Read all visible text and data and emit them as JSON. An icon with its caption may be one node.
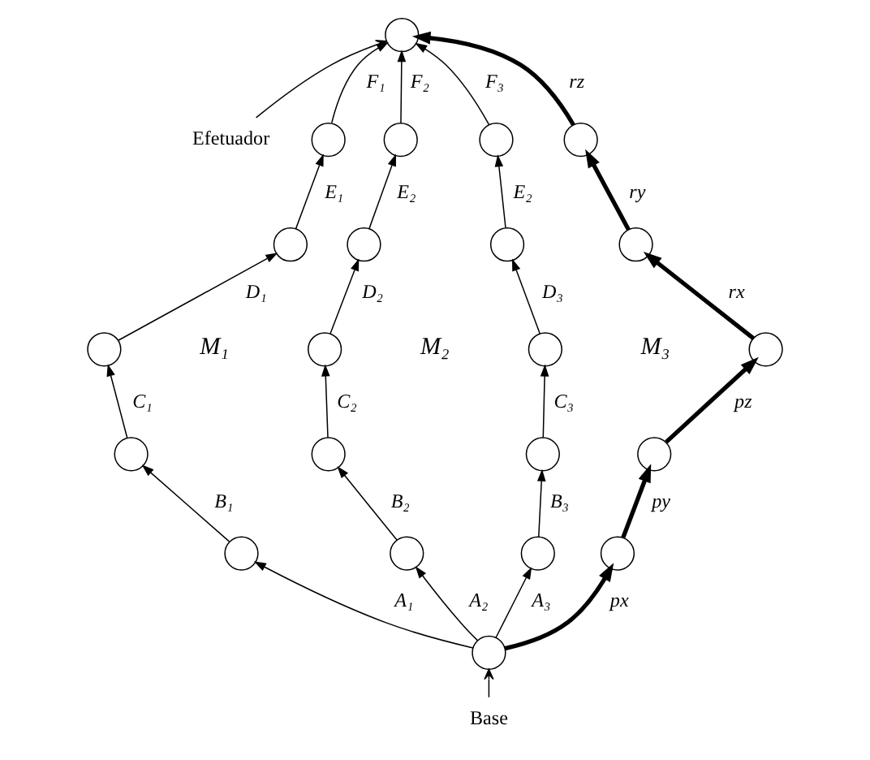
{
  "diagram": {
    "nodes": [
      {
        "text": [
          "Efetuador"
        ]
      },
      {
        "text": [
          "Base"
        ]
      },
      {
        "text": [],
        "shape": "circle"
      },
      {
        "text": [],
        "shape": "circle"
      },
      {
        "text": [],
        "shape": "circle"
      },
      {
        "text": [],
        "shape": "circle"
      },
      {
        "text": [],
        "shape": "circle"
      },
      {
        "text": [],
        "shape": "circle"
      },
      {
        "text": [],
        "shape": "circle"
      },
      {
        "text": [],
        "shape": "circle"
      },
      {
        "text": [],
        "shape": "circle"
      },
      {
        "text": [],
        "shape": "circle"
      },
      {
        "text": [],
        "shape": "circle"
      },
      {
        "text": [],
        "shape": "circle"
      },
      {
        "text": [],
        "shape": "circle"
      },
      {
        "text": [],
        "shape": "circle"
      },
      {
        "text": [],
        "shape": "circle"
      },
      {
        "text": [],
        "shape": "circle"
      },
      {
        "text": [],
        "shape": "circle"
      },
      {
        "text": [],
        "shape": "circle"
      },
      {
        "text": [],
        "shape": "circle"
      },
      {
        "text": [],
        "shape": "circle"
      },
      {
        "text": [],
        "shape": "circle"
      },
      {
        "text": [],
        "shape": "circle"
      }
    ],
    "edges": [
      {
        "from": 0,
        "to": 2,
        "arrow": "to"
      },
      {
        "from": 1,
        "to": 3,
        "arrow": "to"
      },
      {
        "from": 3,
        "to": 4,
        "arrow": "to",
        "label": "A₁"
      },
      {
        "from": 4,
        "to": 5,
        "arrow": "to",
        "label": "B₁"
      },
      {
        "from": 5,
        "to": 6,
        "arrow": "to",
        "label": "C₁"
      },
      {
        "from": 6,
        "to": 7,
        "arrow": "to",
        "label": "D₁"
      },
      {
        "from": 7,
        "to": 8,
        "arrow": "to",
        "label": "E₁"
      },
      {
        "from": 8,
        "to": 2,
        "arrow": "to",
        "label": "F₁"
      },
      {
        "from": 3,
        "to": 9,
        "arrow": "to",
        "label": "A₂"
      },
      {
        "from": 9,
        "to": 10,
        "arrow": "to",
        "label": "B₂"
      },
      {
        "from": 10,
        "to": 11,
        "arrow": "to",
        "label": "C₂"
      },
      {
        "from": 11,
        "to": 12,
        "arrow": "to",
        "label": "D₂"
      },
      {
        "from": 12,
        "to": 13,
        "arrow": "to",
        "label": "E₂"
      },
      {
        "from": 13,
        "to": 2,
        "arrow": "to",
        "label": "F₂"
      },
      {
        "from": 3,
        "to": 14,
        "arrow": "to",
        "label": "A₃"
      },
      {
        "from": 14,
        "to": 15,
        "arrow": "to",
        "label": "B₃"
      },
      {
        "from": 15,
        "to": 16,
        "arrow": "to",
        "label": "C₃"
      },
      {
        "from": 16,
        "to": 17,
        "arrow": "to",
        "label": "D₃"
      },
      {
        "from": 17,
        "to": 18,
        "arrow": "to",
        "label": "E₂"
      },
      {
        "from": 18,
        "to": 2,
        "arrow": "to",
        "label": "F₃"
      },
      {
        "from": 3,
        "to": 19,
        "arrow": "to",
        "label": "px",
        "style": "thick"
      },
      {
        "from": 19,
        "to": 20,
        "arrow": "to",
        "label": "py",
        "style": "thick"
      },
      {
        "from": 20,
        "to": 21,
        "arrow": "to",
        "label": "pz",
        "style": "thick"
      },
      {
        "from": 21,
        "to": 22,
        "arrow": "to",
        "label": "rx",
        "style": "thick"
      },
      {
        "from": 22,
        "to": 23,
        "arrow": "to",
        "label": "ry",
        "style": "thick"
      },
      {
        "from": 23,
        "to": 2,
        "arrow": "to",
        "label": "rz",
        "style": "thick"
      }
    ],
    "labels": [
      "M₁",
      "M₂",
      "M₃"
    ]
  }
}
